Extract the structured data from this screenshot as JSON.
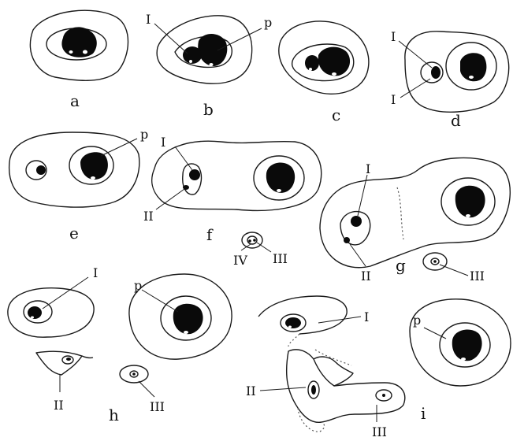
{
  "panels": {
    "a": {
      "label": "a"
    },
    "b": {
      "label": "b",
      "ann": [
        "I",
        "p"
      ]
    },
    "c": {
      "label": "c"
    },
    "d": {
      "label": "d",
      "ann": [
        "I",
        "I"
      ]
    },
    "e": {
      "label": "e",
      "ann": [
        "p"
      ]
    },
    "f": {
      "label": "f",
      "ann": [
        "I",
        "II",
        "IV",
        "III"
      ]
    },
    "g": {
      "label": "g",
      "ann": [
        "I",
        "II",
        "III"
      ]
    },
    "h": {
      "label": "h",
      "ann": [
        "I",
        "p",
        "II",
        "III"
      ]
    },
    "i": {
      "label": "i",
      "ann": [
        "I",
        "II",
        "III",
        "p"
      ]
    }
  }
}
